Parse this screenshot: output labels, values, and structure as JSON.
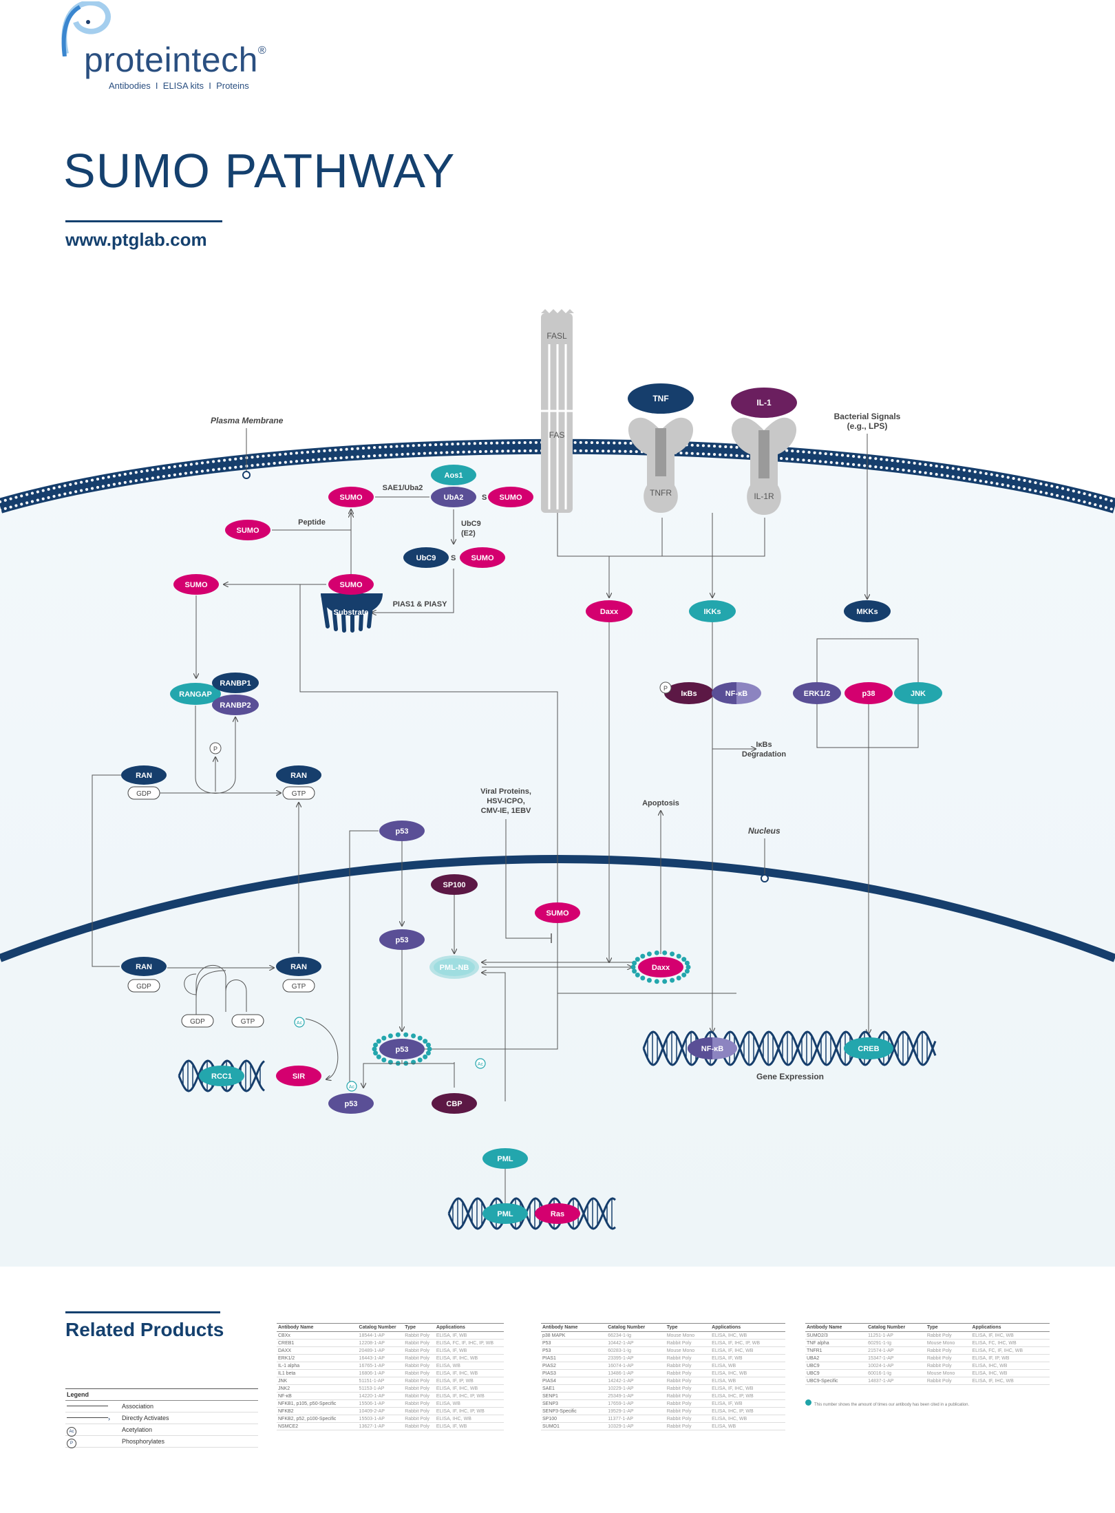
{
  "brand": {
    "name": "proteintech",
    "reg": "®",
    "tagline": "Antibodies  I  ELISA kits  I  Proteins"
  },
  "title": "SUMO PATHWAY",
  "url": "www.ptglab.com",
  "colors": {
    "navy": "#163e6c",
    "magenta": "#d4006f",
    "teal": "#23a6ad",
    "purple": "#5a4f96",
    "plum": "#5c1845",
    "pathway_bg": "#f2f7fa",
    "membrane": "#163e6c"
  },
  "diagram": {
    "labels": {
      "plasma_membrane": "Plasma Membrane",
      "nucleus": "Nucleus",
      "bacterial": "Bacterial Signals",
      "bacterial2": "(e.g., LPS)",
      "sae": "SAE1/Uba2",
      "peptide": "Peptide",
      "ubc9_e2a": "UbC9",
      "ubc9_e2b": "(E2)",
      "pias": "PIAS1 & PIASY",
      "s1": "S",
      "s2": "S",
      "ikbs_deg1": "IκBs",
      "ikbs_deg2": "Degradation",
      "viral1": "Viral Proteins,",
      "viral2": "HSV-ICPO,",
      "viral3": "CMV-IE, 1EBV",
      "apoptosis": "Apoptosis",
      "gene_expr": "Gene Expression",
      "p_symbol": "P",
      "ac_symbol": "Ac"
    },
    "nodes": {
      "fasl": "FASL",
      "fas": "FAS",
      "tnf": "TNF",
      "tnfr": "TNFR",
      "il1": "IL-1",
      "il1r": "IL-1R",
      "aos1": "Aos1",
      "uba2": "UbA2",
      "sumo_a": "SUMO",
      "sumo_b": "SUMO",
      "sumo_pep": "SUMO",
      "ubc9": "UbC9",
      "sumo_c": "SUMO",
      "sumo_left": "SUMO",
      "sumo_sub": "SUMO",
      "substrate": "Substrate",
      "daxx": "Daxx",
      "ikks": "IKKs",
      "mkks": "MKKs",
      "ikbs": "IκBs",
      "nfkb": "NF-κB",
      "erk": "ERK1/2",
      "p38": "p38",
      "jnk": "JNK",
      "rangap": "RANGAP",
      "ranbp1": "RANBP1",
      "ranbp2": "RANBP2",
      "ran1": "RAN",
      "gdp1": "GDP",
      "ran2": "RAN",
      "gtp1": "GTP",
      "p53_top": "p53",
      "sp100": "SP100",
      "sumo_nuc": "SUMO",
      "p53_mid": "p53",
      "pmlnb": "PML-NB",
      "daxx_nuc": "Daxx",
      "ran3": "RAN",
      "gdp2": "GDP",
      "ran4": "RAN",
      "gtp2": "GTP",
      "gdp3": "GDP",
      "gtp3": "GTP",
      "p53_ring": "p53",
      "rcc1": "RCC1",
      "sir": "SIR",
      "p53_low": "p53",
      "cbp": "CBP",
      "nfkb_dna": "NF-κB",
      "creb": "CREB",
      "pml": "PML",
      "pml_dna": "PML",
      "ras": "Ras"
    }
  },
  "related": {
    "title": "Related Products",
    "legend_title": "Legend",
    "legend": [
      {
        "symbol": "line",
        "label": "Association"
      },
      {
        "symbol": "arrow",
        "label": "Directly Activates"
      },
      {
        "symbol": "Ac",
        "label": "Acetylation"
      },
      {
        "symbol": "P",
        "label": "Phosphorylates"
      }
    ],
    "headers": [
      "Antibody Name",
      "Catalog Number",
      "Type",
      "Applications"
    ],
    "tables": [
      [
        [
          "CBXx",
          "",
          "18544-1-AP",
          "Rabbit Poly",
          "ELISA, IF, WB"
        ],
        [
          "CREB1",
          "",
          "12208-1-AP",
          "Rabbit Poly",
          "ELISA, FC, IF, IHC, IP, WB"
        ],
        [
          "DAXX",
          "",
          "20489-1-AP",
          "Rabbit Poly",
          "ELISA, IF, WB"
        ],
        [
          "ERK1/2",
          "",
          "16443-1-AP",
          "Rabbit Poly",
          "ELISA, IF, IHC, WB"
        ],
        [
          "IL-1 alpha",
          "",
          "16765-1-AP",
          "Rabbit Poly",
          "ELISA, WB"
        ],
        [
          "IL1 beta",
          "",
          "16806-1-AP",
          "Rabbit Poly",
          "ELISA, IF, IHC, WB"
        ],
        [
          "JNK",
          "",
          "51151-1-AP",
          "Rabbit Poly",
          "ELISA, IF, IP, WB"
        ],
        [
          "JNK2",
          "",
          "51153-1-AP",
          "Rabbit Poly",
          "ELISA, IF, IHC, WB"
        ],
        [
          "NF-κB",
          "",
          "14220-1-AP",
          "Rabbit Poly",
          "ELISA, IF, IHC, IP, WB"
        ],
        [
          "NFKB1, p105, p50-Specific",
          "",
          "15506-1-AP",
          "Rabbit Poly",
          "ELISA, WB"
        ],
        [
          "NFKB2",
          "",
          "10409-2-AP",
          "Rabbit Poly",
          "ELISA, IF, IHC, IP, WB"
        ],
        [
          "NFKB2, p52, p100-Specific",
          "",
          "15503-1-AP",
          "Rabbit Poly",
          "ELISA, IHC, WB"
        ],
        [
          "NSMCE2",
          "",
          "13627-1-AP",
          "Rabbit Poly",
          "ELISA, IF, WB"
        ]
      ],
      [
        [
          "p38 MAPK",
          "",
          "66234-1-Ig",
          "Mouse Mono",
          "ELISA, IHC, WB"
        ],
        [
          "P53",
          "",
          "10442-1-AP",
          "Rabbit Poly",
          "ELISA, IF, IHC, IP, WB"
        ],
        [
          "P53",
          "",
          "60283-1-Ig",
          "Mouse Mono",
          "ELISA, IF, IHC, WB"
        ],
        [
          "PIAS1",
          "",
          "23395-1-AP",
          "Rabbit Poly",
          "ELISA, IF, WB"
        ],
        [
          "PIAS2",
          "",
          "16074-1-AP",
          "Rabbit Poly",
          "ELISA, WB"
        ],
        [
          "PIAS3",
          "",
          "13486-1-AP",
          "Rabbit Poly",
          "ELISA, IHC, WB"
        ],
        [
          "PIAS4",
          "",
          "14242-1-AP",
          "Rabbit Poly",
          "ELISA, WB"
        ],
        [
          "SAE1",
          "",
          "10229-1-AP",
          "Rabbit Poly",
          "ELISA, IF, IHC, WB"
        ],
        [
          "SENP1",
          "",
          "25349-1-AP",
          "Rabbit Poly",
          "ELISA, IHC, IP, WB"
        ],
        [
          "SENP3",
          "",
          "17659-1-AP",
          "Rabbit Poly",
          "ELISA, IF, WB"
        ],
        [
          "SENP3-Specific",
          "",
          "19529-1-AP",
          "Rabbit Poly",
          "ELISA, IHC, IP, WB"
        ],
        [
          "SP100",
          "",
          "11377-1-AP",
          "Rabbit Poly",
          "ELISA, IHC, WB"
        ],
        [
          "SUMO1",
          "",
          "10329-1-AP",
          "Rabbit Poly",
          "ELISA, WB"
        ]
      ],
      [
        [
          "SUMO2/3",
          "",
          "11251-1-AP",
          "Rabbit Poly",
          "ELISA, IF, IHC, WB"
        ],
        [
          "TNF alpha",
          "",
          "60291-1-Ig",
          "Mouse Mono",
          "ELISA, FC, IHC, WB"
        ],
        [
          "TNFR1",
          "",
          "21574-1-AP",
          "Rabbit Poly",
          "ELISA, FC, IF, IHC, WB"
        ],
        [
          "UBA2",
          "",
          "15347-1-AP",
          "Rabbit Poly",
          "ELISA, IF, IP, WB"
        ],
        [
          "UBC9",
          "",
          "10024-1-AP",
          "Rabbit Poly",
          "ELISA, IHC, WB"
        ],
        [
          "UBC9",
          "",
          "60016-1-Ig",
          "Mouse Mono",
          "ELISA, IHC, WB"
        ],
        [
          "UBC9-Specific",
          "",
          "14837-1-AP",
          "Rabbit Poly",
          "ELISA, IF, IHC, WB"
        ]
      ]
    ],
    "note": "This number shows the amount of times our antibody has been cited in a publication."
  }
}
